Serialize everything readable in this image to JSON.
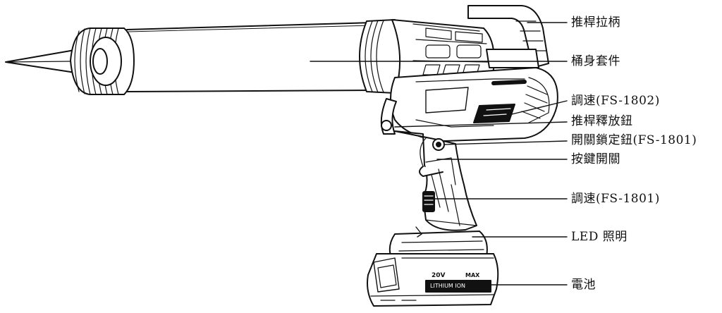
{
  "labels": {
    "pusher_handle": "推桿拉柄",
    "barrel_sleeve": "桶身套件",
    "speed_fs1802": "調速(FS-1802)",
    "pusher_release_button": "推桿釋放鈕",
    "switch_lock_button": "開關鎖定鈕(FS-1801)",
    "trigger_switch": "按鍵開關",
    "speed_fs1801": "調速(FS-1801)",
    "led_light": "LED 照明",
    "battery": "電池"
  },
  "battery_markings": {
    "voltage": "20V",
    "max": "MAX",
    "chemistry": "LITHIUM ION"
  },
  "colors": {
    "ink": "#111111",
    "paper": "#ffffff"
  }
}
